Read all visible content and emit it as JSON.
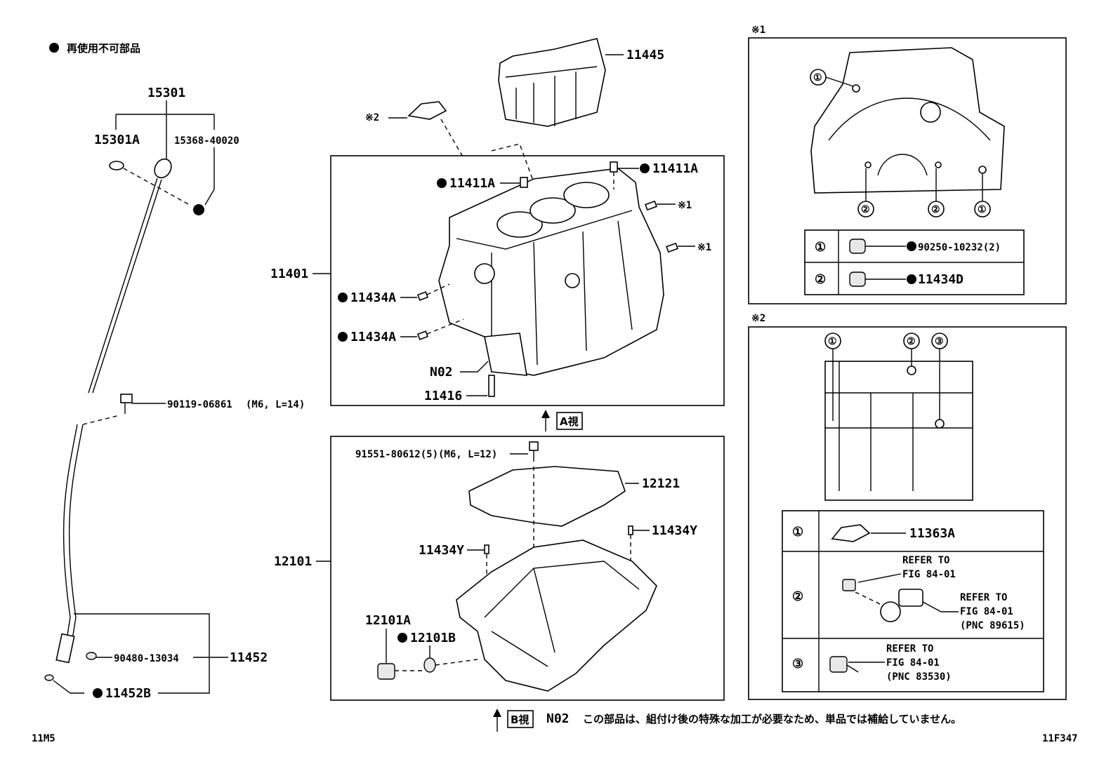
{
  "legend": {
    "text": "再使用不可部品"
  },
  "left": {
    "p15301": "15301",
    "p15301A": "15301A",
    "p15368": "15368-40020",
    "p90119": "90119-06861",
    "p90119_spec": "(M6, L=14)",
    "p90480": "90480-13034",
    "p11452": "11452",
    "p11452B": "11452B"
  },
  "top": {
    "p11445": "11445",
    "ref2": "※2"
  },
  "block": {
    "p11401": "11401",
    "p11411A_left": "11411A",
    "p11411A_right": "11411A",
    "ref1_a": "※1",
    "ref1_b": "※1",
    "p11434A_1": "11434A",
    "p11434A_2": "11434A",
    "pN02": "N02",
    "p11416": "11416"
  },
  "viewA": "A視",
  "viewB": "B視",
  "pan": {
    "p91551": "91551-80612(5)(M6, L=12)",
    "p12121": "12121",
    "p11434Y_left": "11434Y",
    "p11434Y_right": "11434Y",
    "p12101": "12101",
    "p12101A": "12101A",
    "p12101B": "12101B"
  },
  "detail1": {
    "title": "※1",
    "c1": "①",
    "c2": "②",
    "rows": [
      {
        "mark": "①",
        "part": "90250-10232(2)"
      },
      {
        "mark": "②",
        "part": "11434D"
      }
    ]
  },
  "detail2": {
    "title": "※2",
    "c1": "①",
    "c2": "②",
    "c3": "③",
    "rows": [
      {
        "mark": "①",
        "part": "11363A"
      },
      {
        "mark": "②",
        "ref1": "REFER TO",
        "ref2": "FIG 84-01",
        "ref3": "REFER TO",
        "ref4": "FIG 84-01",
        "ref5": "(PNC 89615)"
      },
      {
        "mark": "③",
        "ref1": "REFER TO",
        "ref2": "FIG 84-01",
        "ref3": "(PNC 83530)"
      }
    ]
  },
  "note": {
    "code": "N02",
    "text": "この部品は、組付け後の特殊な加工が必要なため、単品では補給していません。"
  },
  "footer": {
    "left": "11M5",
    "right": "11F347"
  }
}
